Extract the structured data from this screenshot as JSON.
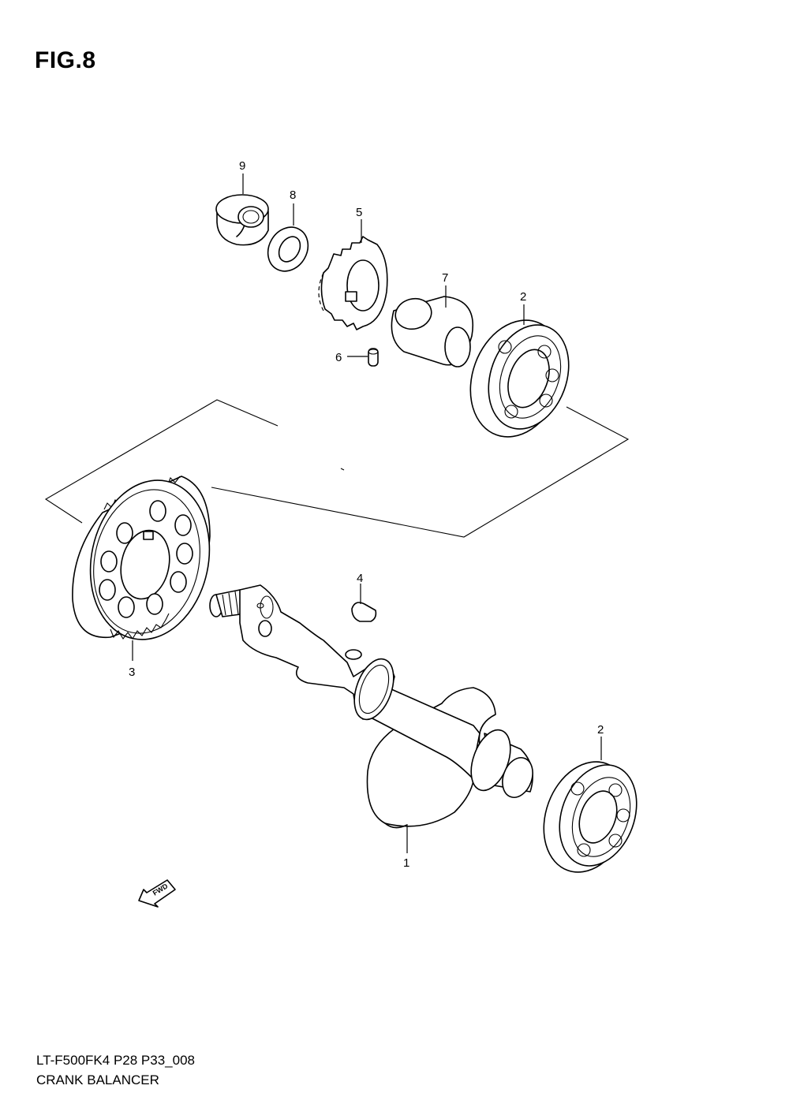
{
  "figure_title": "FIG.8",
  "footer": {
    "code": "LT-F500FK4 P28 P33_008",
    "name": "CRANK BALANCER"
  },
  "callouts": {
    "p1": "1",
    "p2a": "2",
    "p2b": "2",
    "p3": "3",
    "p4": "4",
    "p5": "5",
    "p6": "6",
    "p7": "7",
    "p8": "8",
    "p9": "9"
  },
  "fwd_label": "FWD"
}
